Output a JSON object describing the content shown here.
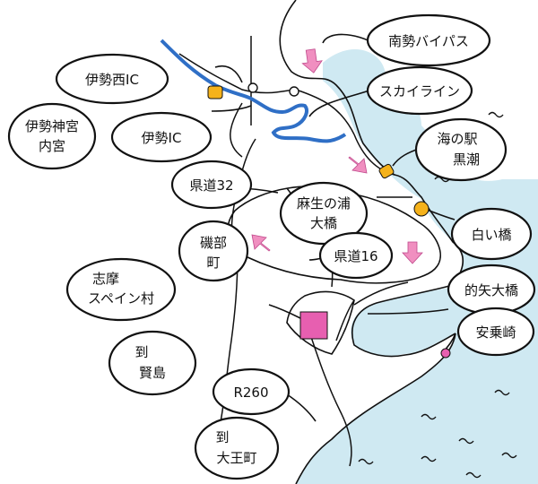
{
  "labels": {
    "ise_nishi_ic": "伊勢西IC",
    "ise_jingu_naiku_1": "伊勢神宮",
    "ise_jingu_naiku_2": "内宮",
    "ise_ic": "伊勢IC",
    "nansei_bypass": "南勢バイパス",
    "skyline": "スカイライン",
    "umi_no_eki_1": "海の駅",
    "umi_no_eki_2": "黒潮",
    "kendo32": "県道32",
    "asouranoura_1": "麻生の浦",
    "asouranoura_2": "大橋",
    "isobe_1": "磯部",
    "isobe_2": "町",
    "kendo16": "県道16",
    "shiroi_hashi": "白い橋",
    "shima_spain_1": "志摩",
    "shima_spain_2": "スペイン村",
    "matoya_ohashi": "的矢大橋",
    "anorisaki": "安乗崎",
    "to_kashikojima_1": "到",
    "to_kashikojima_2": "賢島",
    "r260": "R260",
    "to_daiocho_1": "到",
    "to_daiocho_2": "大王町"
  },
  "colors": {
    "sea": "#cfe9f2",
    "river": "#2f6fc6",
    "arrow": "#f08fc0",
    "poi_orange": "#f5b21b",
    "poi_pink": "#e75fb0",
    "ink": "#111111"
  }
}
